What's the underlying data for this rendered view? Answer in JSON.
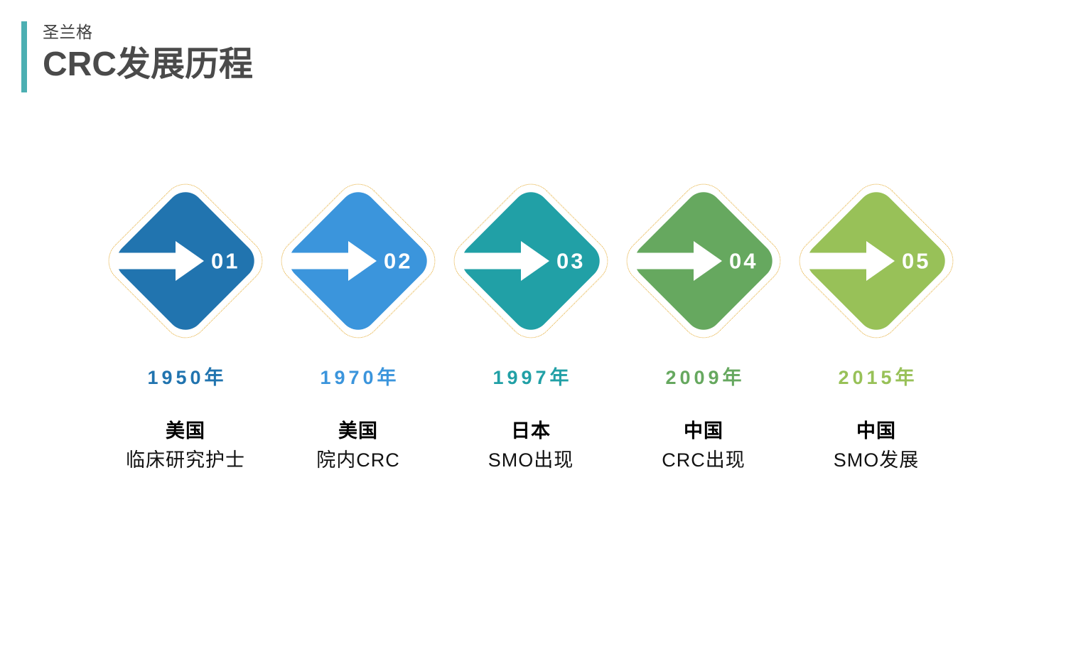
{
  "header": {
    "subtitle": "圣兰格",
    "title": "CRC发展历程",
    "accent_color": "#4CAFB2",
    "title_color": "#4a4a4a"
  },
  "timeline": {
    "outline_color": "#E3A82B",
    "steps": [
      {
        "number": "01",
        "year": "1950年",
        "country": "美国",
        "detail": "临床研究护士",
        "color": "#2174AF",
        "icon": "arrow-right-icon"
      },
      {
        "number": "02",
        "year": "1970年",
        "country": "美国",
        "detail": "院内CRC",
        "color": "#3B95DC",
        "icon": "arrow-right-icon"
      },
      {
        "number": "03",
        "year": "1997年",
        "country": "日本",
        "detail": "SMO出现",
        "color": "#21A0A6",
        "icon": "arrow-right-icon"
      },
      {
        "number": "04",
        "year": "2009年",
        "country": "中国",
        "detail": "CRC出现",
        "color": "#66A85F",
        "icon": "arrow-right-icon"
      },
      {
        "number": "05",
        "year": "2015年",
        "country": "中国",
        "detail": "SMO发展",
        "color": "#98C158",
        "icon": "arrow-right-icon"
      }
    ]
  }
}
